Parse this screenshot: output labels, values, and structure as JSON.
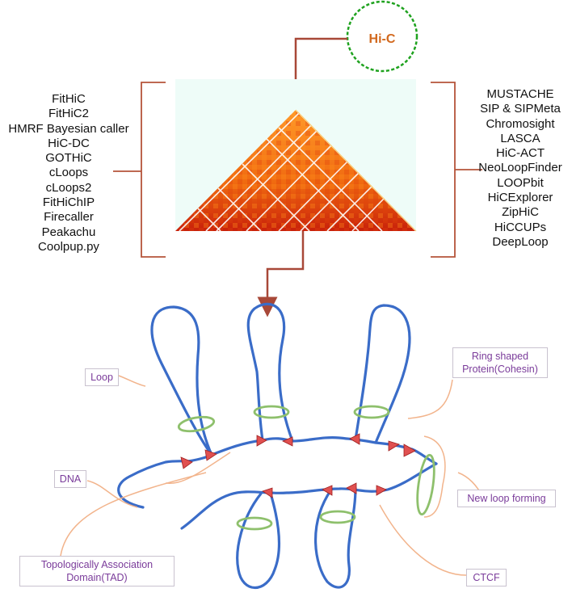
{
  "hic_label": "Hi-C",
  "left_tools": [
    "FitHiC",
    "FitHiC2",
    "HMRF Bayesian caller",
    "HiC-DC",
    "GOTHiC",
    "cLoops",
    "cLoops2",
    "FitHiChIP",
    "Firecaller",
    "Peakachu",
    "Coolpup.py"
  ],
  "right_tools": [
    "MUSTACHE",
    "SIP & SIPMeta",
    "Chromosight",
    "LASCA",
    "HiC-ACT",
    "NeoLoopFinder",
    "LOOPbit",
    "HiCExplorer",
    "ZipHiC",
    "HiCCUPs",
    "DeepLoop"
  ],
  "labels": {
    "loop": "Loop",
    "cohesin": "Ring shaped Protein(Cohesin)",
    "dna": "DNA",
    "new_loop": "New loop forming",
    "tad": "Topologically Association Domain(TAD)",
    "ctcf": "CTCF"
  },
  "colors": {
    "dna": "#3a6cc8",
    "cohesin": "#8ec06c",
    "ctcf": "#e05050",
    "bracket": "#b5543a",
    "callout": "#f2b48c",
    "hic_circle": "#1fa21f",
    "hic_text": "#d2691e"
  }
}
